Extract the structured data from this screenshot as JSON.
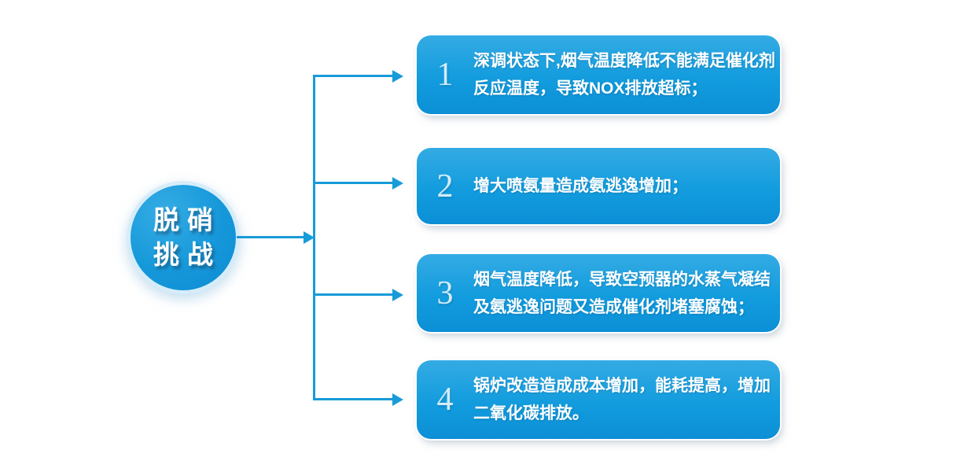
{
  "root": {
    "lines": [
      "脱硝",
      "挑战"
    ]
  },
  "boxes": [
    {
      "number": "1",
      "lines": [
        "深调状态下,烟气温度降低不能满足催化剂",
        "反应温度，导致NOX排放超标；"
      ]
    },
    {
      "number": "2",
      "lines": [
        "增大喷氨量造成氨逃逸增加；"
      ]
    },
    {
      "number": "3",
      "lines": [
        "烟气温度降低，导致空预器的水蒸气凝结",
        "及氨逃逸问题又造成催化剂堵塞腐蚀；"
      ]
    },
    {
      "number": "4",
      "lines": [
        "锅炉改造造成成本增加，能耗提高，增加",
        "二氧化碳排放。"
      ]
    }
  ],
  "colors": {
    "accent_line": "#189bd9",
    "box_gradient_top": "#34abe4",
    "box_gradient_bottom": "#0c8fd6",
    "circle_fill": "#1598da",
    "text": "#ffffff"
  }
}
